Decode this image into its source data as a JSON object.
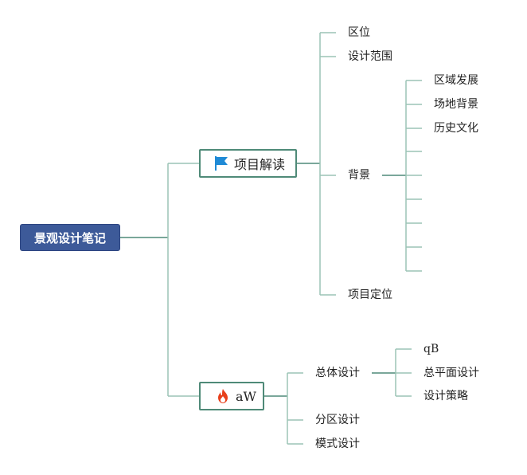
{
  "root": {
    "label": "景观设计笔记"
  },
  "branches": [
    {
      "label": "项目解读",
      "icon": "flag-icon",
      "color": "#1f8ad6",
      "children": [
        {
          "label": "区位"
        },
        {
          "label": "设计范围"
        },
        {
          "label": "背景",
          "children": [
            "区域发展",
            "场地背景",
            "历史文化",
            "",
            "",
            "",
            "",
            "",
            ""
          ]
        },
        {
          "label": "项目定位"
        }
      ]
    },
    {
      "label": "aW",
      "icon": "fire-icon",
      "color": "#e8401c",
      "children": [
        {
          "label": "总体设计",
          "children": [
            "qB",
            "总平面设计",
            "设计策略"
          ]
        },
        {
          "label": "分区设计"
        },
        {
          "label": "模式设计"
        }
      ]
    }
  ],
  "colors": {
    "root_fill": "#3d5a99",
    "connector": "#4f8a78",
    "connector_light": "#9cc4b5"
  }
}
